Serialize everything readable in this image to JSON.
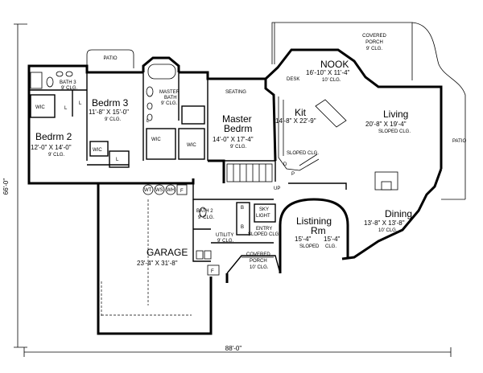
{
  "rooms": {
    "bath3": {
      "name": "BATH 3",
      "clg": "9' CLG."
    },
    "bedrm3": {
      "name": "Bedrm 3",
      "dims": "11'-8\" X 15'-0\"",
      "clg": "9' CLG."
    },
    "bedrm2": {
      "name": "Bedrm 2",
      "dims": "12'-0\" X 14'-0\"",
      "clg": "9' CLG."
    },
    "master_bath": {
      "name_line1": "MASTER",
      "name_line2": "BATH",
      "clg": "9' CLG."
    },
    "master_bedrm": {
      "name_line1": "Master",
      "name_line2": "Bedrm",
      "dims": "14'-0\" X 17'-4\"",
      "clg": "9' CLG."
    },
    "seating": {
      "name": "SEATING"
    },
    "nook": {
      "name": "NOOK",
      "dims": "16'-10\" X 11'-4\"",
      "clg": "10' CLG."
    },
    "kit": {
      "name": "Kit",
      "dims": "14'-8\" X 22'-9\"",
      "clg": "SLOPED CLG."
    },
    "living": {
      "name": "Living",
      "dims": "20'-8\" X 19'-4\"",
      "clg": "SLOPED CLG."
    },
    "dining": {
      "name": "Dining",
      "dims": "13'-8\" X 13'-8\"",
      "clg": "10' CLG."
    },
    "listening": {
      "name_line1": "Listining",
      "name_line2": "Rm",
      "dim_left": "15'-4\"",
      "dim_right": "15'-4\"",
      "clg_left": "SLOPED",
      "clg_right": "CLG."
    },
    "garage": {
      "name": "GARAGE",
      "dims": "23'-4\" X 31'-8\""
    },
    "bath2": {
      "name": "BATH 2",
      "clg": "9' CLG."
    },
    "utility": {
      "name": "UTILITY",
      "clg": "9' CLG."
    },
    "entry": {
      "name": "ENTRY",
      "clg": "SLOPED CLG."
    },
    "covered_porch_front": {
      "line1": "COVERED",
      "line2": "PORCH",
      "clg": "10' CLG."
    },
    "covered_porch_rear": {
      "line1": "COVERED",
      "line2": "PORCH",
      "clg": "9' CLG."
    }
  },
  "labels": {
    "patio_top": "PATIO",
    "patio_right": "PATIO",
    "wic": "WIC",
    "linen": "L",
    "desk": "DESK",
    "pantry": "P",
    "dw": "D",
    "up": "UP",
    "sky_light_1": "SKY",
    "sky_light_2": "LIGHT",
    "wt": "WT",
    "ws": "WS",
    "wh": "WH",
    "f": "F",
    "b": "B"
  },
  "dimensions": {
    "overall_width": "88'-0\"",
    "overall_depth": "66'-0\""
  }
}
